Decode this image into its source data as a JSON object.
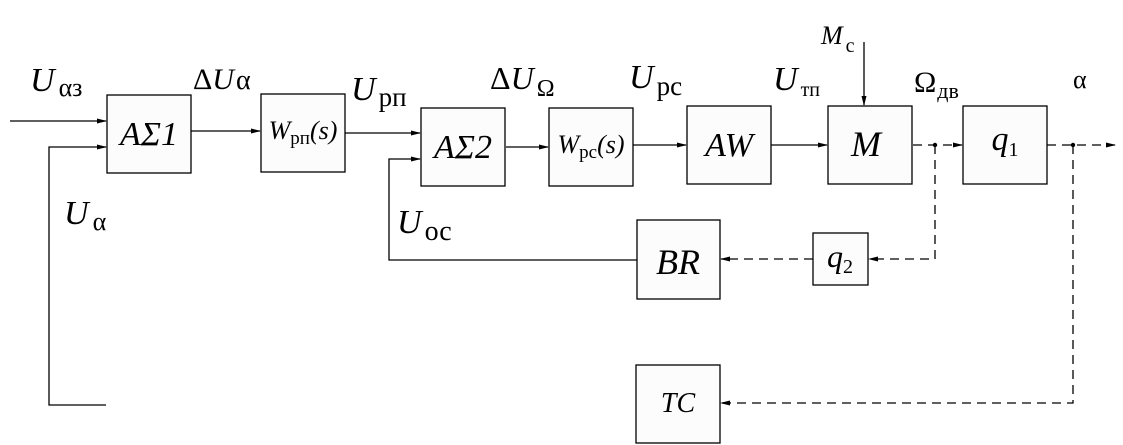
{
  "diagram": {
    "type": "block-diagram",
    "blocks": {
      "asum1": {
        "main": "AΣ1"
      },
      "wrp": {
        "main": "W",
        "sub": "рп",
        "tail": "(s)"
      },
      "asum2": {
        "main": "AΣ2"
      },
      "wrc": {
        "main": "W",
        "sub": "рс",
        "tail": "(s)"
      },
      "aw": {
        "main": "AW"
      },
      "motor": {
        "main": "M"
      },
      "q1": {
        "main": "q",
        "sub": "1"
      },
      "q2": {
        "main": "q",
        "sub": "2"
      },
      "br": {
        "main": "BR"
      },
      "tc": {
        "main": "TC"
      }
    },
    "signals": {
      "u_az": {
        "main": "U",
        "sub": "αз"
      },
      "du_a": {
        "pre": "Δ",
        "main": "U",
        "sub": "α"
      },
      "u_rp": {
        "main": "U",
        "sub": "рп"
      },
      "du_omega": {
        "pre": "Δ",
        "main": "U",
        "sub": "Ω"
      },
      "u_rc": {
        "main": "U",
        "sub": "рс"
      },
      "u_tp": {
        "main": "U",
        "sub": "тп"
      },
      "m_c": {
        "main": "M",
        "sub": "с"
      },
      "omega_dv": {
        "main": "Ω",
        "sub": "дв"
      },
      "alpha": {
        "main": "α"
      },
      "u_alpha": {
        "main": "U",
        "sub": "α"
      },
      "u_oc": {
        "main": "U",
        "sub": "ос"
      }
    }
  }
}
